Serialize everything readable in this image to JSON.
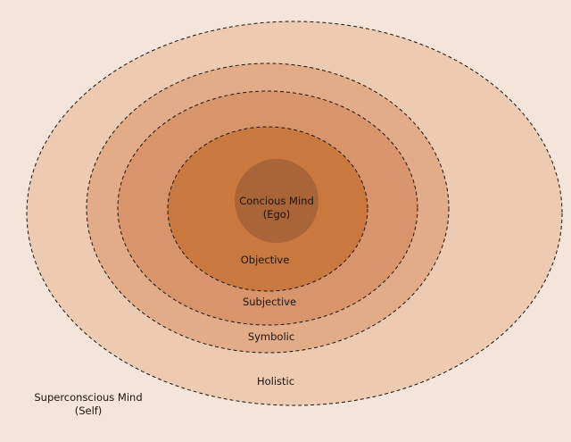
{
  "colors": {
    "background": "#f4e4d9",
    "holistic": "#eccbb2",
    "symbolic": "#e2ac88",
    "subjective": "#d8956b",
    "objective": "#c9783f",
    "ego": "#a96438",
    "outline": "#1a1410"
  },
  "layers": {
    "holistic": "Holistic",
    "symbolic": "Symbolic",
    "subjective": "Subjective",
    "objective": "Objective",
    "core": {
      "line1": "Concious Mind",
      "line2": "(Ego)"
    }
  },
  "outside": {
    "line1": "Superconscious Mind",
    "line2": "(Self)"
  }
}
